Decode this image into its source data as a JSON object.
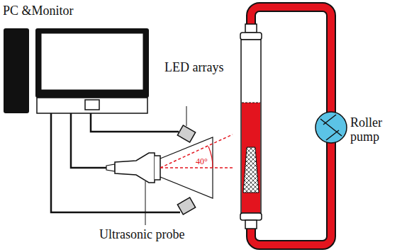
{
  "diagram": {
    "labels": [
      "PC &Monitor",
      "LED arrays",
      "40°",
      "Roller pump",
      "Ultrasonic probe"
    ]
  }
}
